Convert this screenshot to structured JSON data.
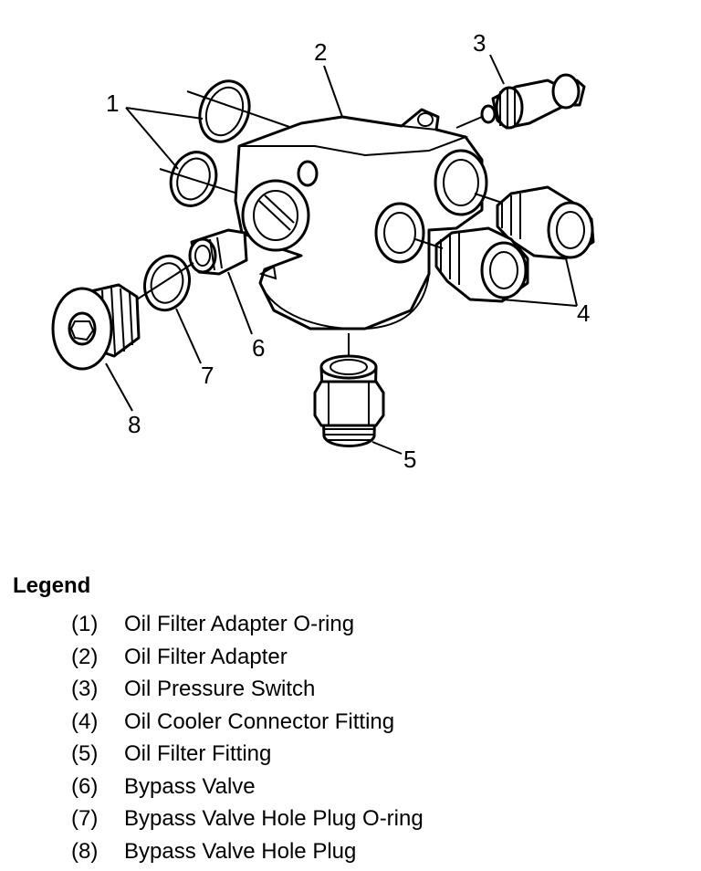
{
  "diagram": {
    "callouts": [
      "1",
      "2",
      "3",
      "4",
      "5",
      "6",
      "7",
      "8"
    ]
  },
  "legend": {
    "title": "Legend",
    "items": [
      {
        "num": "(1)",
        "text": "Oil Filter Adapter O-ring"
      },
      {
        "num": "(2)",
        "text": "Oil Filter Adapter"
      },
      {
        "num": "(3)",
        "text": "Oil Pressure Switch"
      },
      {
        "num": "(4)",
        "text": "Oil Cooler Connector Fitting"
      },
      {
        "num": "(5)",
        "text": "Oil Filter Fitting"
      },
      {
        "num": "(6)",
        "text": "Bypass Valve"
      },
      {
        "num": "(7)",
        "text": "Bypass Valve Hole Plug O-ring"
      },
      {
        "num": "(8)",
        "text": "Bypass Valve Hole Plug"
      }
    ]
  }
}
